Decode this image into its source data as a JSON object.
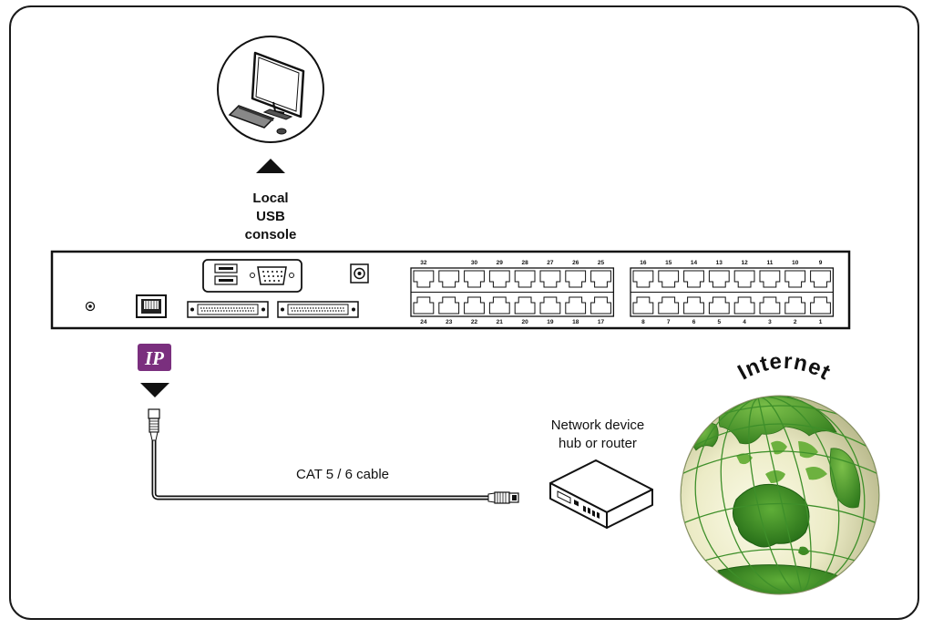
{
  "console": {
    "line1": "Local",
    "line2": "USB",
    "line3": "console"
  },
  "ip_badge": "IP",
  "cable_label": "CAT 5 / 6 cable",
  "network_device": {
    "line1": "Network device",
    "line2": "hub or router"
  },
  "internet_label": "Internet",
  "ports": {
    "top_left": [
      "32",
      "",
      "30",
      "29",
      "28",
      "27",
      "26",
      "25"
    ],
    "bottom_left": [
      "24",
      "23",
      "22",
      "21",
      "20",
      "19",
      "18",
      "17"
    ],
    "top_right": [
      "16",
      "15",
      "14",
      "13",
      "12",
      "11",
      "10",
      "9"
    ],
    "bottom_right": [
      "8",
      "7",
      "6",
      "5",
      "4",
      "3",
      "2",
      "1"
    ]
  },
  "colors": {
    "ip_badge": "#7a2f7e",
    "globe_green": "#4f9a2c",
    "globe_cream": "#f2f0d2"
  }
}
